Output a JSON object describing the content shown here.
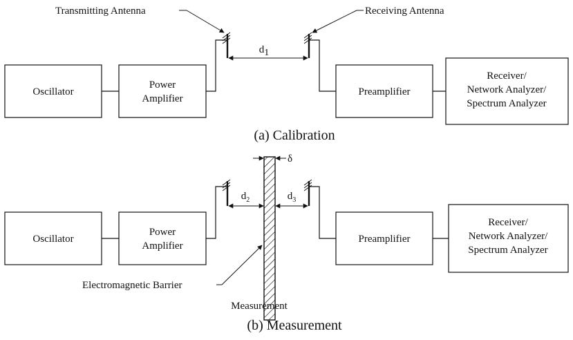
{
  "labels": {
    "tx_antenna": "Transmitting Antenna",
    "rx_antenna": "Receiving Antenna",
    "oscillator": "Oscillator",
    "power_amp": [
      "Power",
      "Amplifier"
    ],
    "preamp": "Preamplifier",
    "receiver": [
      "Receiver/",
      "Network Analyzer/",
      "Spectrum Analyzer"
    ],
    "barrier": "Electromagnetic Barrier",
    "measurement_label": "Measurement"
  },
  "dims": {
    "d1_main": "d",
    "d1_sub": "1",
    "d2_main": "d",
    "d2_sub": "2",
    "d3_main": "d",
    "d3_sub": "3",
    "delta": "δ"
  },
  "captions": {
    "calibration": "(a) Calibration",
    "measurement": "(b) Measurement"
  }
}
